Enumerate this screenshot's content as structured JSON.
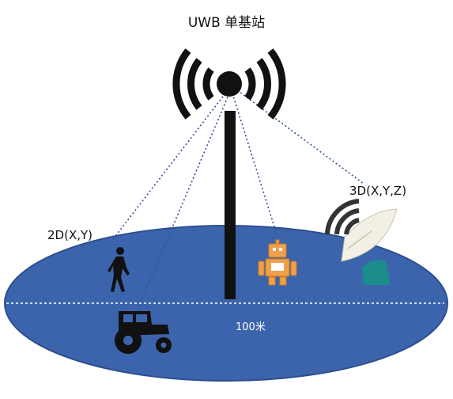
{
  "title": "UWB 单基站",
  "labels": {
    "two_d": "2D(X,Y)",
    "three_d": "3D(X,Y,Z)",
    "distance": "100米"
  },
  "colors": {
    "field": "#3c64ac",
    "field_edge": "#2c4f90",
    "tower": "#111111",
    "signal_line": "#2e4f9a",
    "robot": "#f0a04a",
    "dish": "#f2efe4",
    "dish_base": "#1c8c8c"
  },
  "icons": [
    "walking-person-icon",
    "tractor-icon",
    "robot-icon",
    "satellite-dish-icon",
    "signal-waves-icon"
  ]
}
